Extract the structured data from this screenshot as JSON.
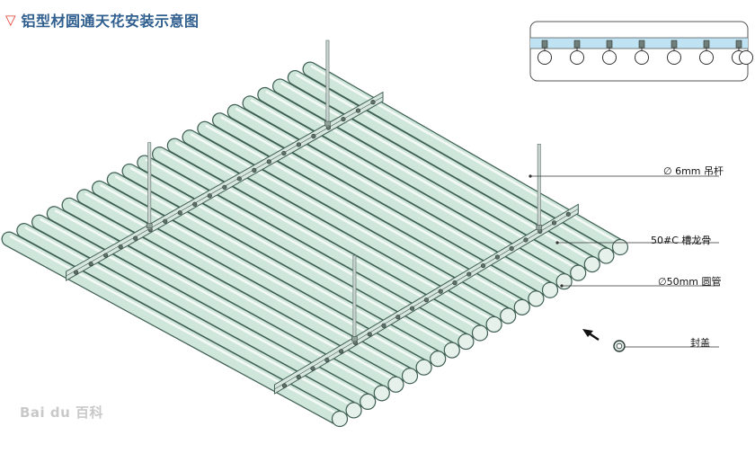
{
  "header": {
    "title": "铝型材圆通天花安装示意图",
    "marker_color": "#e33b2f",
    "title_color": "#2f5f8f"
  },
  "labels": {
    "hanger": "∅ 6mm 吊杆",
    "channel": "50#C 槽龙骨",
    "tube": "∅50mm 圆管",
    "cap": "封盖"
  },
  "watermark": "Bai du 百科",
  "colors": {
    "tube_fill": "#cfe6da",
    "tube_stroke": "#3f5f55",
    "channel_fill": "#d8e6e0",
    "glass": "#bfe3f2",
    "rod": "#7a8a84"
  },
  "inset": {
    "tube_count": 7
  },
  "tube_count": 21
}
